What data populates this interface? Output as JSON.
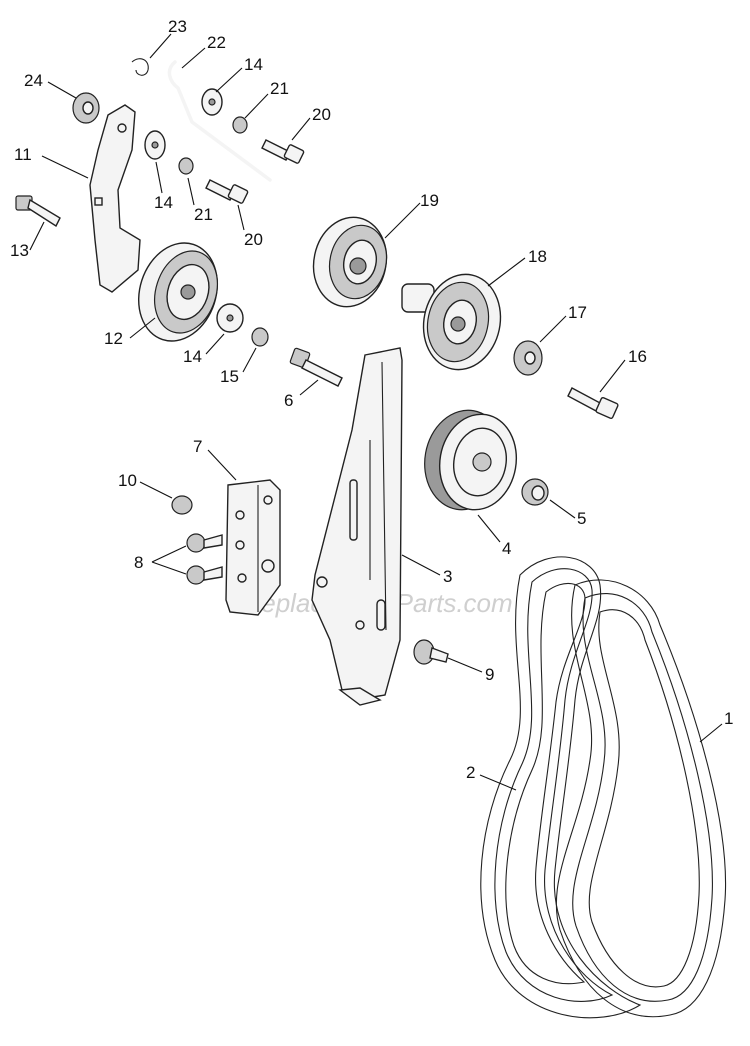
{
  "watermark": "eReplacementParts.com",
  "callouts": {
    "c1": "1",
    "c2": "2",
    "c3": "3",
    "c4": "4",
    "c5": "5",
    "c6": "6",
    "c7": "7",
    "c8": "8",
    "c9": "9",
    "c10": "10",
    "c11": "11",
    "c12": "12",
    "c13": "13",
    "c14a": "14",
    "c14b": "14",
    "c14c": "14",
    "c15": "15",
    "c16": "16",
    "c17": "17",
    "c18": "18",
    "c19": "19",
    "c20a": "20",
    "c20b": "20",
    "c21a": "21",
    "c21b": "21",
    "c22": "22",
    "c23": "23",
    "c24": "24"
  }
}
